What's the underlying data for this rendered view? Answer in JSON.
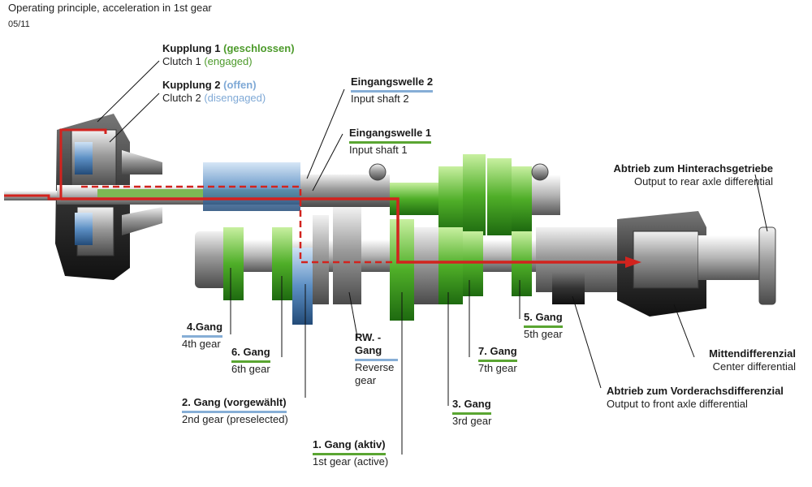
{
  "header": {
    "title": "Operating principle, acceleration in 1st gear",
    "code": "05/11"
  },
  "colors": {
    "green": "#5aa532",
    "blue": "#86aed6",
    "red": "#d2231e"
  },
  "labels": {
    "clutch1": {
      "de": "Kupplung 1",
      "de_state": "(geschlossen)",
      "en": "Clutch 1",
      "en_state": "(engaged)"
    },
    "clutch2": {
      "de": "Kupplung 2",
      "de_state": "(offen)",
      "en": "Clutch 2",
      "en_state": "(disengaged)"
    },
    "input2": {
      "de": "Eingangswelle 2",
      "en": "Input shaft 2"
    },
    "input1": {
      "de": "Eingangswelle 1",
      "en": "Input shaft 1"
    },
    "rear_out": {
      "de": "Abtrieb zum Hinterachsgetriebe",
      "en": "Output to rear axle differential"
    },
    "gear4": {
      "de": "4.Gang",
      "en": "4th gear"
    },
    "gear6": {
      "de": "6. Gang",
      "en": "6th gear"
    },
    "reverse": {
      "de1": "RW. -",
      "de2": "Gang",
      "en1": "Reverse",
      "en2": "gear"
    },
    "gear2": {
      "de": "2. Gang (vorgewählt)",
      "en": "2nd gear (preselected)"
    },
    "gear1": {
      "de": "1. Gang (aktiv)",
      "en": "1st gear (active)"
    },
    "gear3": {
      "de": "3. Gang",
      "en": "3rd gear"
    },
    "gear7": {
      "de": "7. Gang",
      "en": "7th gear"
    },
    "gear5": {
      "de": "5. Gang",
      "en": "5th gear"
    },
    "center_diff": {
      "de": "Mittendifferenzial",
      "en": "Center differential"
    },
    "front_out": {
      "de": "Abtrieb zum Vorderachsdifferenzial",
      "en": "Output to front axle differential"
    }
  }
}
